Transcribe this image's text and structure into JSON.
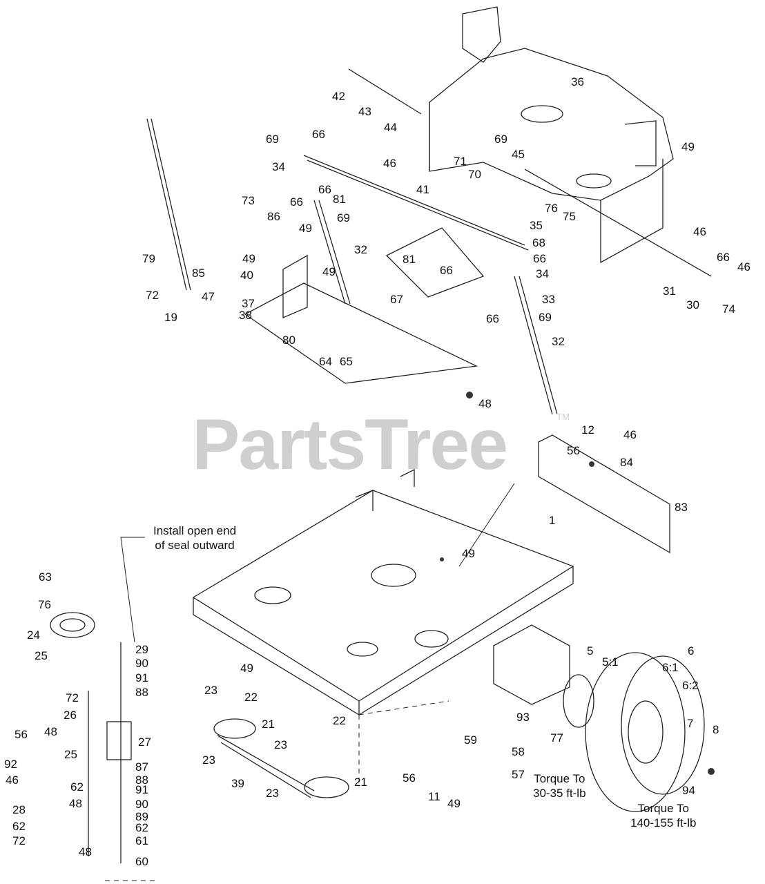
{
  "watermark": {
    "text": "PartsTree",
    "tm": "TM"
  },
  "notes": {
    "seal_line1": "Install open end",
    "seal_line2": "of seal outward",
    "hub_torque_line1": "Torque To",
    "hub_torque_line2": "30-35 ft-lb",
    "wheel_torque_line1": "Torque To",
    "wheel_torque_line2": "140-155 ft-lb"
  },
  "callouts": [
    "1",
    "5",
    "5:1",
    "6",
    "6:1",
    "6:2",
    "7",
    "8",
    "11",
    "12",
    "19",
    "21",
    "22",
    "23",
    "24",
    "25",
    "26",
    "27",
    "28",
    "29",
    "30",
    "31",
    "32",
    "33",
    "34",
    "35",
    "36",
    "37",
    "38",
    "39",
    "40",
    "41",
    "42",
    "43",
    "44",
    "45",
    "46",
    "47",
    "48",
    "49",
    "56",
    "57",
    "58",
    "59",
    "60",
    "61",
    "62",
    "63",
    "64",
    "65",
    "66",
    "67",
    "68",
    "69",
    "70",
    "71",
    "72",
    "73",
    "74",
    "75",
    "76",
    "77",
    "79",
    "80",
    "81",
    "83",
    "84",
    "85",
    "86",
    "87",
    "88",
    "89",
    "90",
    "91",
    "92",
    "93",
    "94"
  ]
}
